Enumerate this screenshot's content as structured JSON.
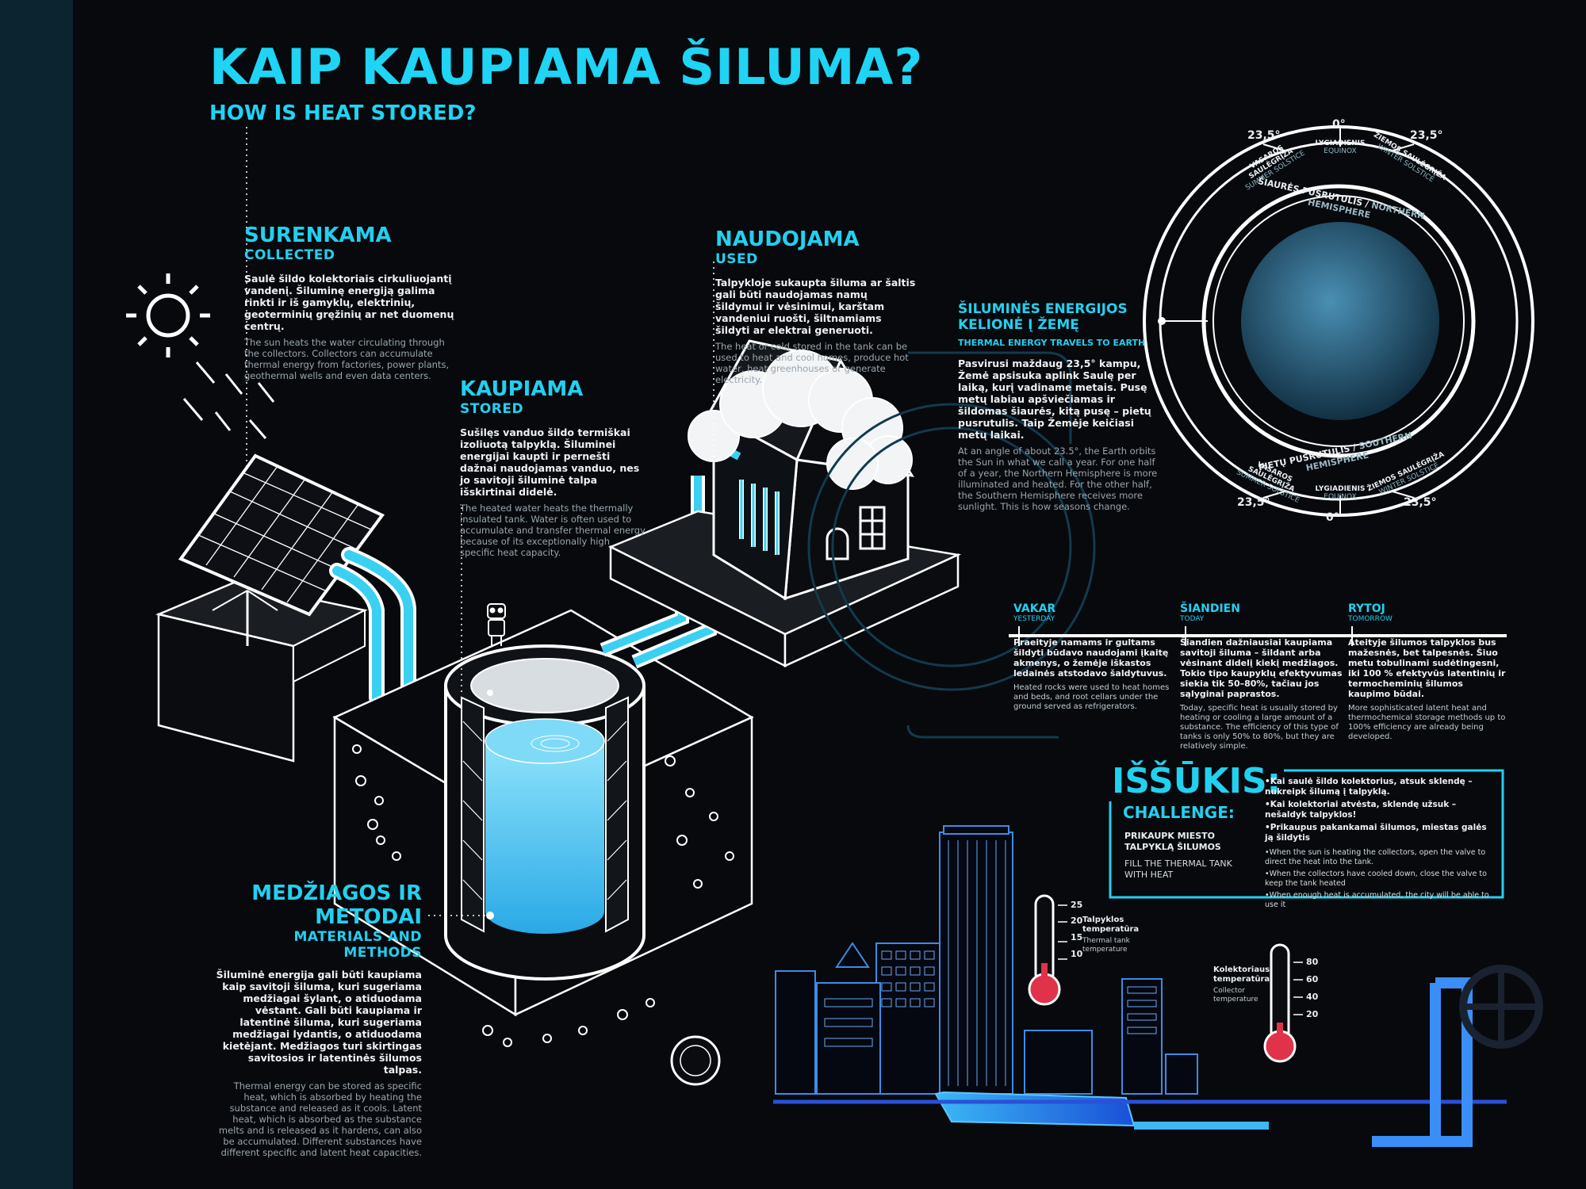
{
  "title_lt": "KAIP KAUPIAMA ŠILUMA?",
  "title_en": "HOW IS HEAT STORED?",
  "collected": {
    "title": "SURENKAMA",
    "subtitle": "COLLECTED",
    "text_lt": "Saulė šildo kolektoriais cirkuliuojantį vandenį. Šiluminę energiją galima rinkti ir iš gamyklų, elektrinių, geoterminių gręžinių ar net duomenų centrų.",
    "text_en": "The sun heats the water circulating through the collectors. Collectors can accumulate thermal energy from factories, power plants, geothermal wells and even data centers."
  },
  "stored": {
    "title": "KAUPIAMA",
    "subtitle": "STORED",
    "text_lt": "Sušilęs vanduo šildo termiškai izoliuotą talpyklą. Šiluminei energijai kaupti ir pernešti dažnai naudojamas vanduo, nes jo savitoji šiluminė talpa išskirtinai didelė.",
    "text_en": "The heated water heats the thermally insulated tank. Water is often used to accumulate and transfer thermal energy because of its exceptionally high specific heat capacity."
  },
  "used": {
    "title": "NAUDOJAMA",
    "subtitle": "USED",
    "text_lt": "Talpykloje sukaupta šiluma ar šaltis gali būti naudojamas namų šildymui ir vėsinimui, karštam vandeniui ruošti, šiltnamiams šildyti ar elektrai generuoti.",
    "text_en": "The heat or cold stored in the tank can be used to heat and cool homes, produce hot water, heat greenhouses or generate electricity."
  },
  "materials": {
    "title_line1": "MEDŽIAGOS IR",
    "title_line2": "METODAI",
    "subtitle": "MATERIALS AND METHODS",
    "text_lt": "Šiluminė energija gali būti kaupiama kaip savitoji šiluma, kuri sugeriama medžiagai šylant, o atiduodama vėstant. Gali būti kaupiama ir latentinė šiluma, kuri sugeriama medžiagai lydantis, o atiduodama kietėjant. Medžiagos turi skirtingas savitosios ir latentinės šilumos talpas.",
    "text_en": "Thermal energy can be stored as specific heat, which is absorbed by heating the substance and released as it cools. Latent heat, which is absorbed as the substance melts and is released as it hardens, can also be accumulated. Different substances have different specific and latent heat capacities."
  },
  "earth": {
    "title_line1": "ŠILUMINĖS ENERGIJOS",
    "title_line2": "KELIONĖ Į ŽEMĘ",
    "subtitle": "THERMAL ENERGY TRAVELS TO EARTH",
    "text_lt": "Pasvirusi maždaug 23,5° kampu, Žemė apsisuka aplink Saulę per laiką, kurį vadiname metais. Pusę metų labiau apšviečiamas ir šildomas šiaurės, kitą pusę – pietų pusrutulis. Taip Žemėje keičiasi metų laikai.",
    "text_en": "At an angle of about 23.5°, the Earth orbits the Sun in what we call a year. For one half of a year, the Northern Hemisphere is more illuminated and heated. For the other half, the Southern Hemisphere receives more sunlight. This is how seasons change."
  },
  "globe": {
    "angle_left_top": "23,5°",
    "angle_top": "0°",
    "angle_right_top": "23,5°",
    "angle_left_bottom": "23,5°",
    "angle_bottom": "0°",
    "angle_right_bottom": "23,5°",
    "summer_lt": "VASAROS SAULĖGRĮŽA",
    "summer_en": "SUMMER SOLSTICE",
    "equinox_lt": "LYGIADIENIS",
    "equinox_en": "EQUINOX",
    "winter_lt": "ŽIEMOS SAULĖGRĮŽA",
    "winter_en": "WINTER SOLSTICE",
    "north_lt": "ŠIAURĖS PUSRUTULIS",
    "north_en": "NORTHERN HEMISPHERE",
    "south_lt": "PIETŲ PUSRUTULIS",
    "south_en": "SOUTHERN HEMISPHERE"
  },
  "timeline": {
    "yesterday": {
      "title": "VAKAR",
      "subtitle": "YESTERDAY",
      "text_lt": "Praeityje namams ir gultams šildyti būdavo naudojami įkaitę akmenys, o žemėje iškastos ledainės atstodavo šaldytuvus.",
      "text_en": "Heated rocks were used to heat homes and beds, and root cellars under the ground served as refrigerators."
    },
    "today": {
      "title": "ŠIANDIEN",
      "subtitle": "TODAY",
      "text_lt": "Šiandien dažniausiai kaupiama savitoji šiluma – šildant arba vėsinant didelį kiekį medžiagos. Tokio tipo kaupyklų efektyvumas siekia tik 50–80%, tačiau jos sąlyginai paprastos.",
      "text_en": "Today, specific heat is usually stored by heating or cooling a large amount of a substance. The efficiency of this type of tanks is only 50% to 80%, but they are relatively simple."
    },
    "tomorrow": {
      "title": "RYTOJ",
      "subtitle": "TOMORROW",
      "text_lt": "Ateityje šilumos talpyklos bus mažesnės, bet talpesnės. Šiuo metu tobulinami sudėtingesni, iki 100 % efektyvūs latentinių ir termocheminių šilumos kaupimo būdai.",
      "text_en": "More sophisticated latent heat and thermochemical storage methods up to 100% efficiency are already being developed."
    }
  },
  "challenge": {
    "title_lt": "IŠŠŪKIS:",
    "title_en": "CHALLENGE:",
    "task_lt": "PRIKAUPK MIESTO TALPYKLĄ ŠILUMOS",
    "task_en": "FILL THE THERMAL TANK WITH HEAT",
    "steps_lt": [
      "•Kai saulė šildo kolektorius, atsuk sklendę – nukreipk šilumą į talpyklą.",
      "•Kai kolektoriai atvėsta, sklendę užsuk – nešaldyk talpyklos!",
      "•Prikaupus pakankamai šilumos, miestas galės ją šildytis"
    ],
    "steps_en": [
      "•When the sun is heating the collectors, open the valve to direct the heat into the tank.",
      "•When the collectors have cooled down, close the valve to keep the tank heated",
      "•When enough heat is accumulated, the city will be able to use it"
    ]
  },
  "tank_gauge": {
    "label_lt": "Talpyklos temperatūra",
    "label_en": "Thermal tank temperature",
    "ticks": [
      "25",
      "20",
      "15",
      "10"
    ]
  },
  "collector_gauge": {
    "label_lt": "Kolektoriaus temperatūra",
    "label_en": "Collector temperature",
    "ticks": [
      "80",
      "60",
      "40",
      "20"
    ]
  },
  "colors": {
    "accent": "#22d0f0",
    "water": "#3fc8f2",
    "red": "#e0334a",
    "background": "#07090d"
  }
}
